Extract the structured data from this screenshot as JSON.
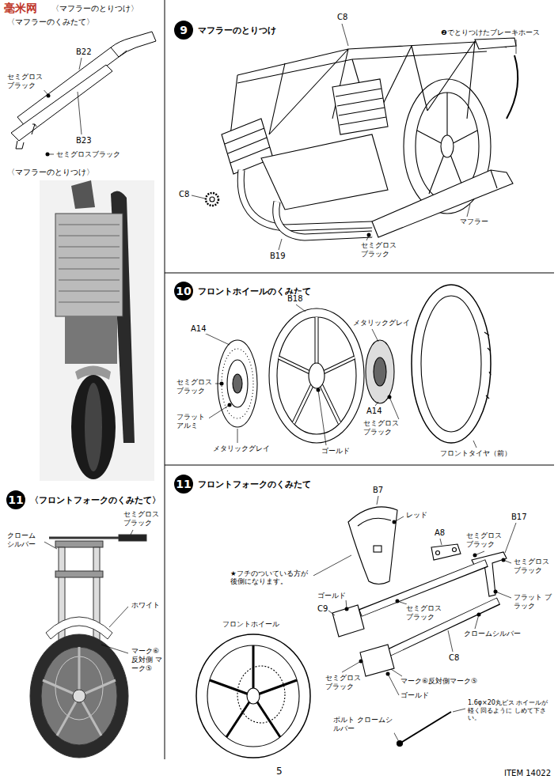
{
  "diagram": {
    "nodes": [
      {
        "text": [
          "11",
          "〈フロントフォークのくみたて〉"
        ]
      },
      {
        "text": [
          "9",
          "マフラーのとりつけ"
        ]
      },
      {
        "text": [
          "10",
          "フロントホイールのくみたて"
        ]
      },
      {
        "text": [
          "11",
          "フロントフォークのくみたて"
        ]
      }
    ],
    "labels": [
      "毫米网",
      "〈マフラーのとりつけ〉",
      "〈マフラーのくみたて〉",
      "B22",
      "セミグロス ブラック",
      "B23",
      "セミグロスブラック",
      "〈マフラーのとりつけ〉",
      "クローム シルバー",
      "セミグロス ブラック",
      "ホワイト",
      "マーク⑥ 反対側 マーク⑤",
      "C8",
      "❷でとりつけたブレーキホース",
      "C8",
      "B19",
      "セミグロス ブラック",
      "マフラー",
      "A14",
      "B18",
      "メタリックグレイ",
      "セミグロス ブラック",
      "フラット アルミ",
      "メタリックグレイ",
      "ゴールド",
      "A14",
      "セミグロス ブラック",
      "フロントタイヤ（前）",
      "B7",
      "レッド",
      "A8",
      "セミグロス ブラック",
      "B17",
      "セミグロス ブラック",
      "フラット ブラック",
      "★フチのついている方が 後側になります。",
      "ゴールド",
      "C9",
      "セミグロス ブラック",
      "フロントホイール",
      "セミグロス ブラック",
      "マーク⑥反対側マーク⑤",
      "ゴールド",
      "C8",
      "クロームシルバー",
      "ボルト クロームシルバー",
      "1.6φ×20丸ビス ホイールが軽く回るように しめて下さい。",
      "5",
      "ITEM 14022"
    ]
  }
}
